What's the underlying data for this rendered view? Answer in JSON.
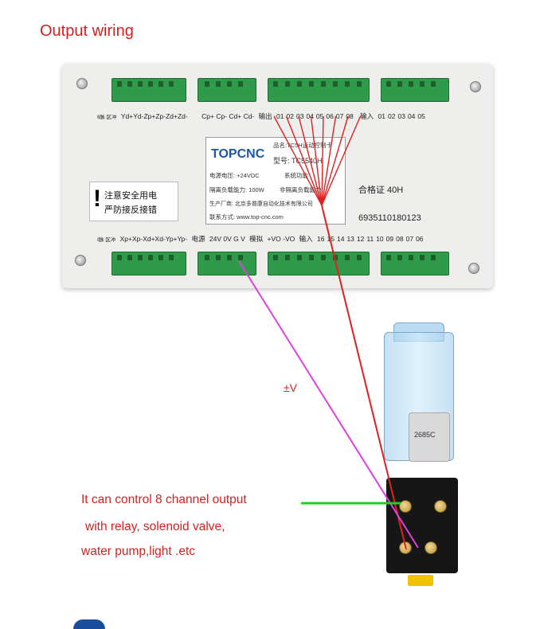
{
  "title": "Output wiring",
  "top_strip": {
    "pulse_label": "Ⅱ脉\n区冲",
    "axis_pins": "Yd+Yd-Zp+Zp-Zd+Zd-",
    "cp_pins": "Cp+ Cp- Cd+ Cd-",
    "output_label": "输出",
    "outputs": [
      "01",
      "02",
      "03",
      "04",
      "05",
      "06",
      "07",
      "08"
    ],
    "input_label": "输入",
    "inputs": [
      "01",
      "02",
      "03",
      "04",
      "05"
    ]
  },
  "bottom_strip": {
    "pulse_label": "Ⅰ脉\n区冲",
    "axis_pins": "Xp+Xp-Xd+Xd-Yp+Yp-",
    "power_label": "电源",
    "power_pins": "24V 0V  G  V",
    "analog_label": "模拟",
    "analog_pins": "+VO -VO",
    "input_label": "输入",
    "inputs": [
      "16",
      "15",
      "14",
      "13",
      "12",
      "11",
      "10",
      "09",
      "08",
      "07",
      "06"
    ]
  },
  "info_box": {
    "logo": "TOPCNC",
    "product_name": "品名:TC5H运动控制卡",
    "model": "型号: TC5540H",
    "supply_voltage": "电源电压: +24VDC",
    "system": "系统功能",
    "isolated_load": "隔离负载能力: 100W",
    "non_isolated_load": "非隔离负载能力",
    "manufacturer": "生产厂商: 北京多普康自动化技术有限公司",
    "contact": "联系方式: www.top-cnc.com"
  },
  "warning": {
    "line1": "注意安全用电",
    "line2": "严防接反接错"
  },
  "certificate": "合格证 40H",
  "barcode_number": "6935110180123",
  "voltage_label": "±V",
  "relay_code": "2685C",
  "description": [
    "It can control 8 channel output",
    "with relay, solenoid valve,",
    "water pump,light .etc"
  ],
  "colors": {
    "title": "#d62020",
    "wire_red": "#e02020",
    "wire_magenta": "#e040e0",
    "wire_green": "#22cc22",
    "terminal_green": "#2f9b4a"
  }
}
